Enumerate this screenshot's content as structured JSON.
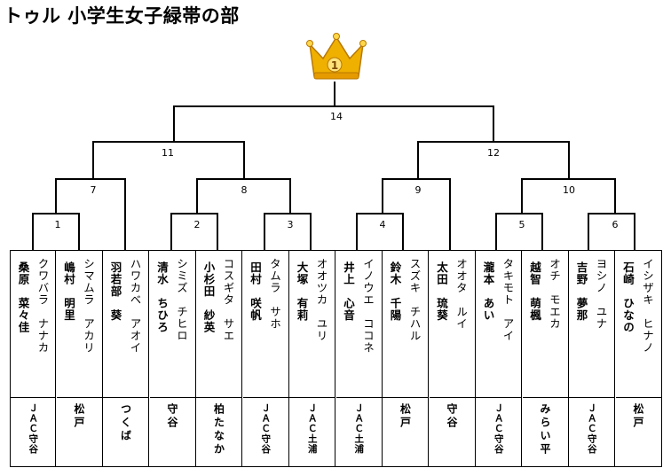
{
  "title": "トゥル 小学生女子緑帯の部",
  "champion_rank": "1",
  "colors": {
    "crown": "#f0b000",
    "crown_dark": "#b87800",
    "line": "#000000"
  },
  "matches": [
    "1",
    "2",
    "3",
    "4",
    "5",
    "6",
    "7",
    "8",
    "9",
    "10",
    "11",
    "12",
    "14"
  ],
  "players": [
    {
      "kana": "クワバラ　ナナカ",
      "kanji": "桑原　菜々佳",
      "dojo": "ＪＡＣ守谷"
    },
    {
      "kana": "シマムラ　アカリ",
      "kanji": "嶋村　明里",
      "dojo": "松戸"
    },
    {
      "kana": "ハワカベ　アオイ",
      "kanji": "羽若部　葵",
      "dojo": "つくば"
    },
    {
      "kana": "シミズ　チヒロ",
      "kanji": "清水　ちひろ",
      "dojo": "守谷"
    },
    {
      "kana": "コスギタ　サエ",
      "kanji": "小杉田　紗英",
      "dojo": "柏たなか"
    },
    {
      "kana": "タムラ　サホ",
      "kanji": "田村　咲帆",
      "dojo": "ＪＡＣ守谷"
    },
    {
      "kana": "オオツカ　ユリ",
      "kanji": "大塚　有莉",
      "dojo": "ＪＡＣ土浦"
    },
    {
      "kana": "イノウエ　ココネ",
      "kanji": "井上　心音",
      "dojo": "ＪＡＣ土浦"
    },
    {
      "kana": "スズキ　チハル",
      "kanji": "鈴木　千陽",
      "dojo": "松戸"
    },
    {
      "kana": "オオタ　ルイ",
      "kanji": "太田　琉葵",
      "dojo": "守谷"
    },
    {
      "kana": "タキモト　アイ",
      "kanji": "瀧本　あい",
      "dojo": "ＪＡＣ守谷"
    },
    {
      "kana": "オチ　モエカ",
      "kanji": "越智　萌楓",
      "dojo": "みらい平"
    },
    {
      "kana": "ヨシノ　ユナ",
      "kanji": "吉野　夢那",
      "dojo": "ＪＡＣ守谷"
    },
    {
      "kana": "イシザキ　ヒナノ",
      "kanji": "石崎　ひなの",
      "dojo": "松戸"
    }
  ]
}
